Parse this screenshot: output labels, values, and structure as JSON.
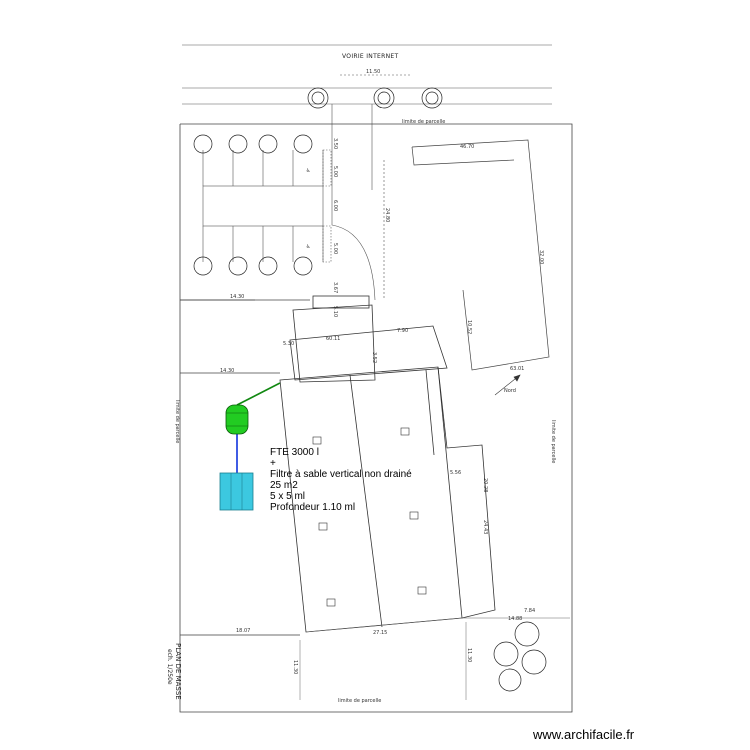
{
  "road": {
    "label": "VOIRIE INTERNET"
  },
  "annotation": {
    "line1": "FTE 3000 l",
    "line2": "+",
    "line3": "Filtre à sable vertical non drainé",
    "line4": "25 m2",
    "line5": "5 x 5 ml",
    "line6": "Profondeur 1.10 ml"
  },
  "title_block": {
    "title": "PLAN DE MASSE",
    "scale": "ech. 1/250e"
  },
  "dimensions": {
    "d_1150": "11.50",
    "d_4670": "46.70",
    "d_3200": "32.00",
    "d_2480": "24.80",
    "d_1430a": "14.30",
    "d_1430b": "14.30",
    "d_1807": "18.07",
    "d_2715": "27.15",
    "d_1488": "14.88",
    "d_784": "7.84",
    "d_1130": "11.30",
    "d_530": "5.30",
    "d_6011": "60.11",
    "d_1052": "10.52",
    "d_6301": "63.01",
    "d_2028": "20.28",
    "d_2443": "24.43",
    "d_556": "5.56",
    "d_510": "5.10",
    "d_500": "5.00",
    "d_350": "3.50",
    "d_367": "3.67",
    "d_352": "3.52",
    "d_790": "7.90",
    "d_600": "6.00",
    "limit_top": "limite de parcelle",
    "limit_right": "limite de parcelle",
    "limit_left": "limite de parcelle",
    "limit_bottom": "limite de parcelle",
    "north": "Nord"
  },
  "watermark": "www.archifacile.fr",
  "colors": {
    "septic": "#22cc22",
    "filter": "#3cc8e0",
    "pipe_green": "#118811",
    "pipe_blue": "#1133dd"
  }
}
